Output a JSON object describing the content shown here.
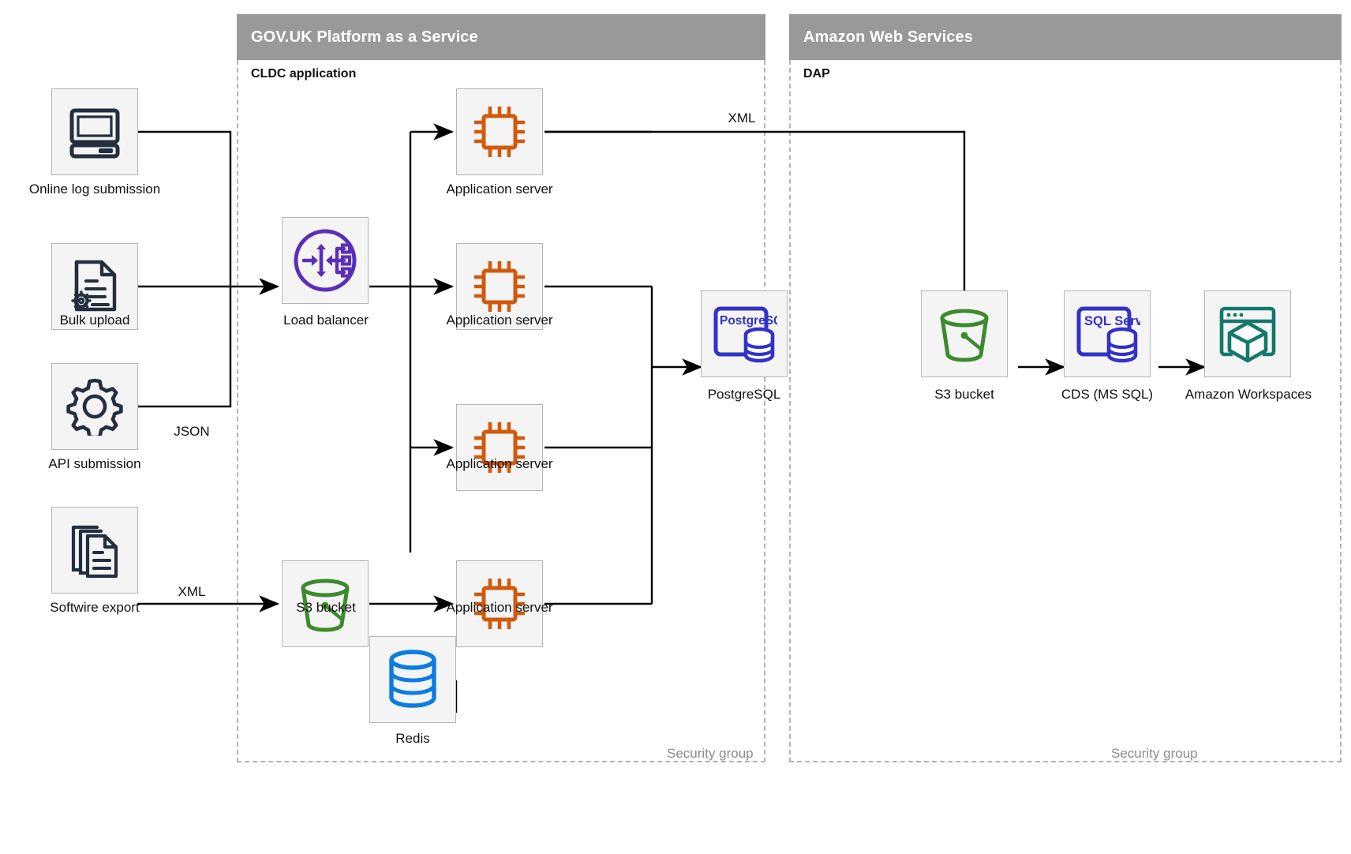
{
  "groups": [
    {
      "id": "paas",
      "title": "GOV.UK Platform as a Service",
      "sublabel": "CLDC application",
      "security_label": "Security group"
    },
    {
      "id": "aws",
      "title": "Amazon Web Services",
      "sublabel": "DAP",
      "security_label": "Security group"
    }
  ],
  "nodes": [
    {
      "id": "online-log-submission",
      "label": "Online log submission",
      "icon": "desktop-computer-icon",
      "color": "#232F3E"
    },
    {
      "id": "bulk-upload",
      "label": "Bulk upload",
      "icon": "document-gear-icon",
      "color": "#232F3E"
    },
    {
      "id": "api-submission",
      "label": "API submission",
      "icon": "gear-icon",
      "color": "#232F3E"
    },
    {
      "id": "softwire-export",
      "label": "Softwire export",
      "icon": "documents-stack-icon",
      "color": "#232F3E"
    },
    {
      "id": "load-balancer",
      "label": "Load balancer",
      "icon": "load-balancer-icon",
      "color": "#5A2FB8"
    },
    {
      "id": "app-server-1",
      "label": "Application server",
      "icon": "cpu-chip-icon",
      "color": "#D2590C"
    },
    {
      "id": "app-server-2",
      "label": "Application server",
      "icon": "cpu-chip-icon",
      "color": "#D2590C"
    },
    {
      "id": "app-server-3",
      "label": "Application server",
      "icon": "cpu-chip-icon",
      "color": "#D2590C"
    },
    {
      "id": "app-server-4",
      "label": "Application server",
      "icon": "cpu-chip-icon",
      "color": "#D2590C"
    },
    {
      "id": "postgresql",
      "label": "PostgreSQL",
      "icon": "postgresql-database-icon",
      "color": "#3232C8",
      "badge": "PostgreSQL"
    },
    {
      "id": "s3-bucket-paas",
      "label": "S3 bucket",
      "icon": "s3-bucket-icon",
      "color": "#3C8A2E"
    },
    {
      "id": "redis",
      "label": "Redis",
      "icon": "redis-database-icon",
      "color": "#0B7DE0"
    },
    {
      "id": "s3-bucket-aws",
      "label": "S3 bucket",
      "icon": "s3-bucket-icon",
      "color": "#3C8A2E"
    },
    {
      "id": "cds-ms-sql",
      "label": "CDS (MS SQL)",
      "icon": "sql-server-database-icon",
      "color": "#3232C8",
      "badge": "SQL Server"
    },
    {
      "id": "amazon-workspaces",
      "label": "Amazon Workspaces",
      "icon": "amazon-workspaces-icon",
      "color": "#13796B"
    }
  ],
  "edge_labels": [
    {
      "id": "json-label",
      "text": "JSON"
    },
    {
      "id": "xml-source-label",
      "text": "XML"
    },
    {
      "id": "xml-export-label",
      "text": "XML"
    }
  ],
  "colors": {
    "group_header_bg": "#999999",
    "group_border": "#b3b3b3",
    "node_bg": "#f4f4f4",
    "node_border": "#b5b5b5",
    "wire": "#000000",
    "muted_text": "#8c8c8c"
  }
}
